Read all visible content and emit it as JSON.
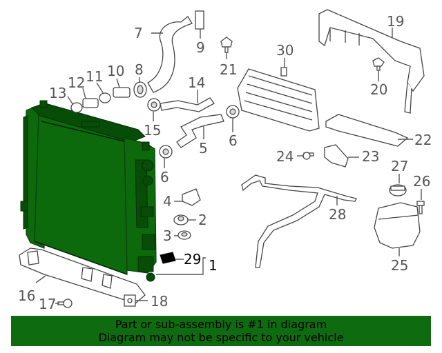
{
  "callouts": {
    "c1": "1",
    "c4": "4",
    "c2": "2",
    "c3": "3",
    "c5": "5",
    "c6a": "6",
    "c6b": "6",
    "c7": "7",
    "c8": "8",
    "c9": "9",
    "c10": "10",
    "c11": "11",
    "c12": "12",
    "c13": "13",
    "c14": "14",
    "c15": "15",
    "c16": "16",
    "c17": "17",
    "c18": "18",
    "c19": "19",
    "c20": "20",
    "c21": "21",
    "c22": "22",
    "c23": "23",
    "c24": "24",
    "c25": "25",
    "c26": "26",
    "c27": "27",
    "c28": "28",
    "c29": "29",
    "c30": "30"
  },
  "highlighted_part": "1",
  "colors": {
    "highlight": "#0c6a0c",
    "footer_bg": "#0f6b0f",
    "callout_text": "#555555"
  },
  "footer": {
    "line1": "Part or sub-assembly is #1 in diagram",
    "line2": "Diagram may not be specific to your vehicle"
  }
}
